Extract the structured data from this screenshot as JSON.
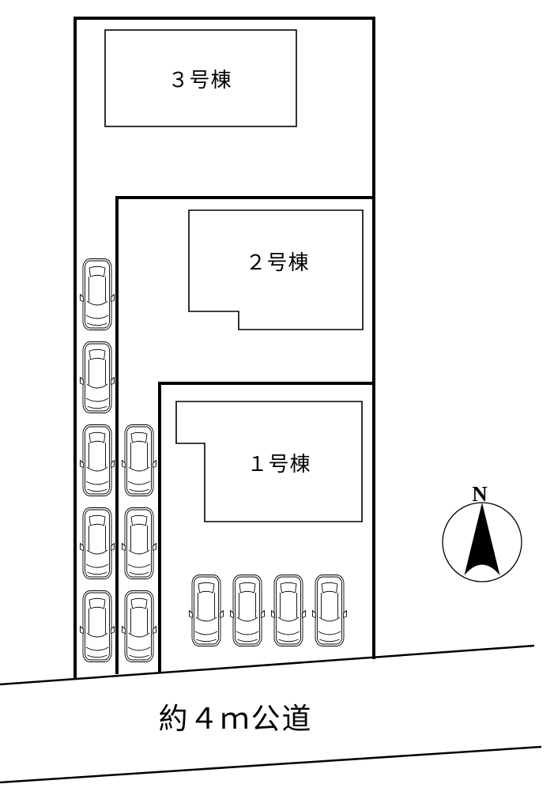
{
  "diagram": {
    "type": "residential-site-plan",
    "buildings": [
      {
        "id": "3",
        "label": "３号棟"
      },
      {
        "id": "2",
        "label": "２号棟"
      },
      {
        "id": "1",
        "label": "１号棟"
      }
    ],
    "road": {
      "label": "約４ｍ公道"
    },
    "compass": {
      "label": "N"
    },
    "parking": {
      "left_column_cars": 5,
      "middle_column_cars": 3,
      "bottom_row_cars": 4,
      "total_cars": 12
    },
    "colors": {
      "line": "#000000",
      "background": "#ffffff"
    }
  }
}
